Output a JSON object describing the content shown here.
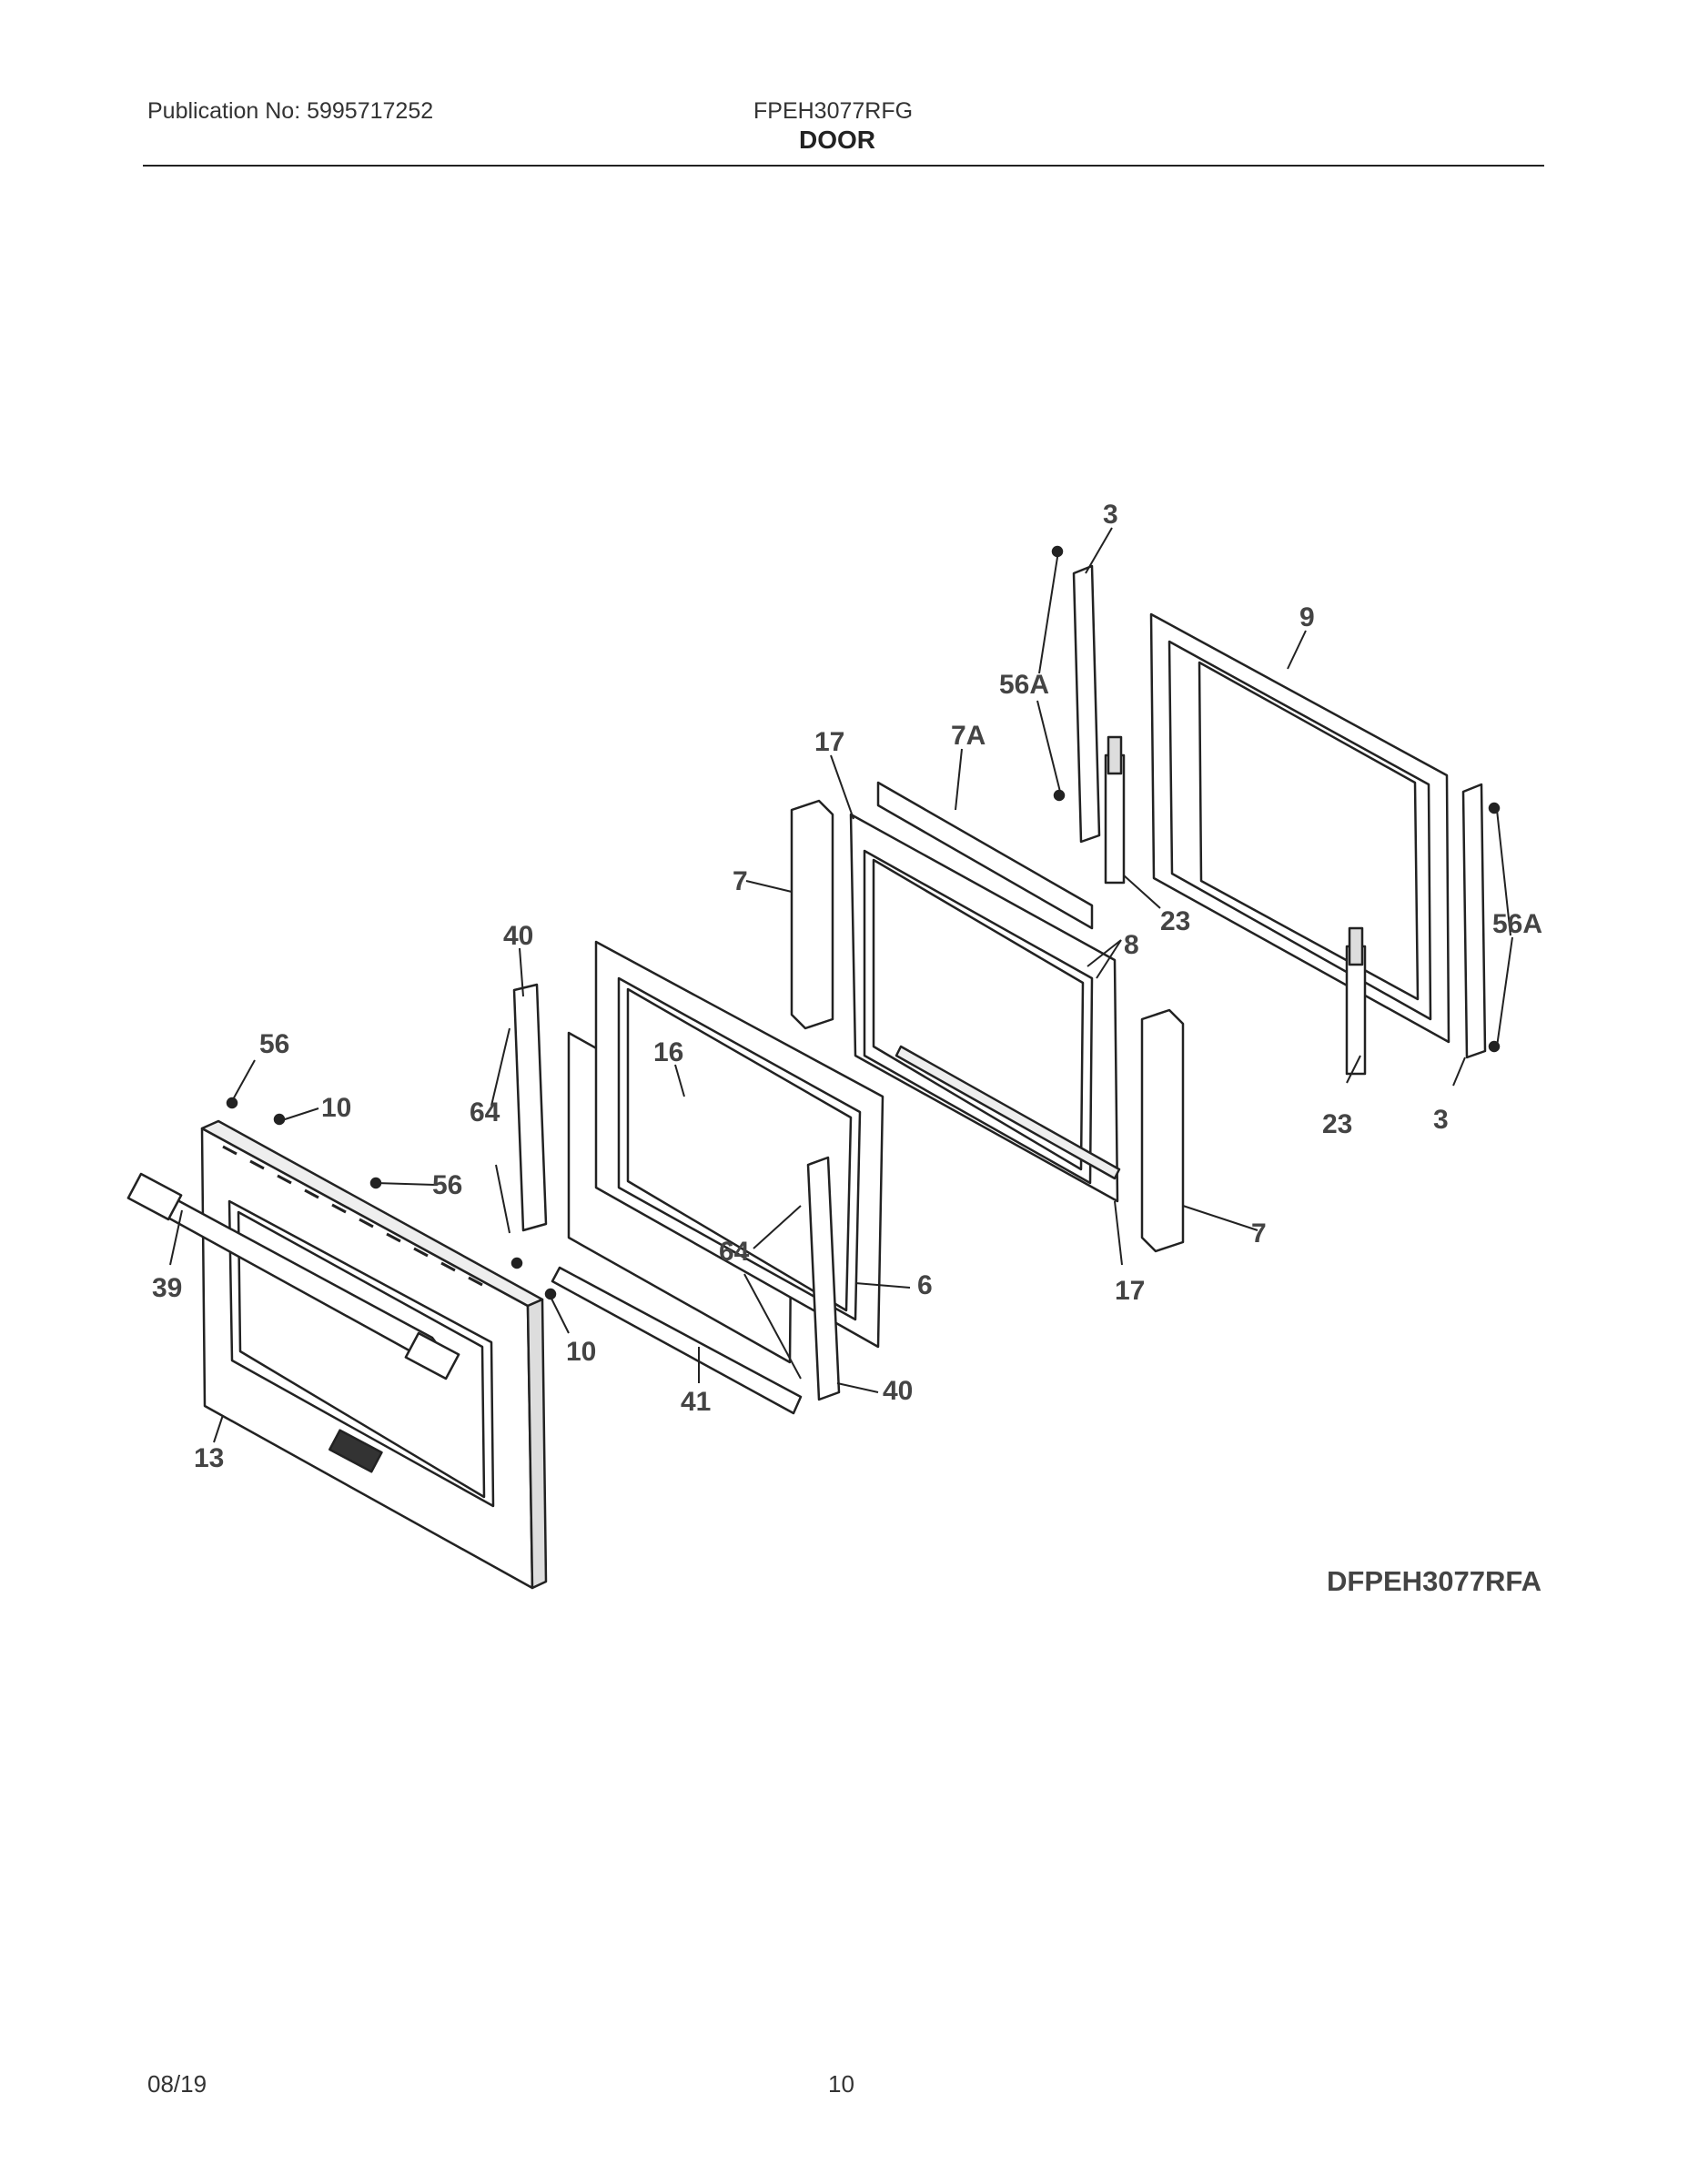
{
  "header": {
    "publication": "Publication No: 5995717252",
    "model": "FPEH3077RFG",
    "section": "DOOR"
  },
  "diagram": {
    "id": "DFPEH3077RFA",
    "callouts": [
      "3",
      "9",
      "56A",
      "17",
      "7A",
      "7",
      "23",
      "8",
      "56A",
      "40",
      "56",
      "16",
      "10",
      "64",
      "23",
      "3",
      "56",
      "7",
      "39",
      "64",
      "6",
      "17",
      "10",
      "40",
      "41",
      "13"
    ]
  },
  "footer": {
    "date": "08/19",
    "page": "10"
  }
}
